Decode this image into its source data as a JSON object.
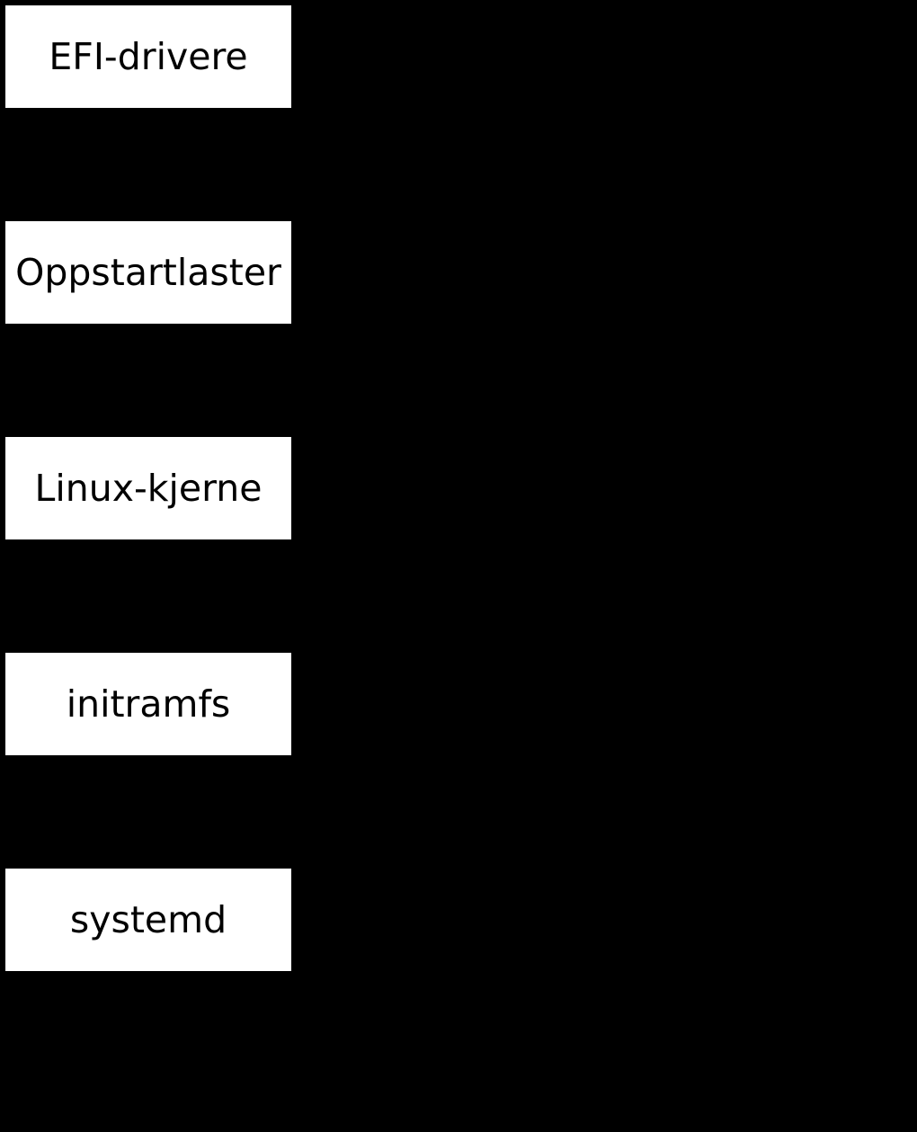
{
  "diagram": {
    "type": "flow-stack",
    "orientation": "vertical",
    "background_color": "#000000",
    "box_fill_color": "#ffffff",
    "text_color": "#000000",
    "language": "no",
    "nodes": [
      {
        "id": "efi-drivers",
        "label": "EFI-drivere"
      },
      {
        "id": "bootloader",
        "label": "Oppstartlaster"
      },
      {
        "id": "linux-kernel",
        "label": "Linux-kjerne"
      },
      {
        "id": "initramfs",
        "label": "initramfs"
      },
      {
        "id": "systemd",
        "label": "systemd"
      }
    ]
  }
}
